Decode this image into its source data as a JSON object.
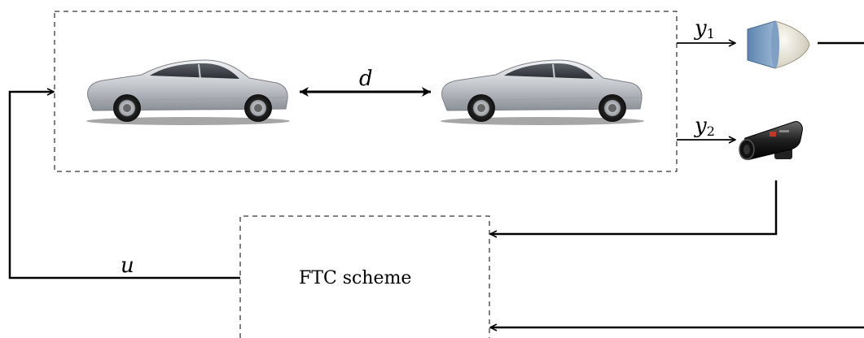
{
  "labels": {
    "distance": "d",
    "output1_base": "y",
    "output1_sub": "1",
    "output2_base": "y",
    "output2_sub": "2",
    "control_input": "u"
  },
  "blocks": {
    "controller": "FTC scheme"
  },
  "icons": {
    "car_left": "car-icon",
    "car_right": "car-icon",
    "sensor_top": "radar-sensor-icon",
    "sensor_bottom": "camera-icon"
  }
}
